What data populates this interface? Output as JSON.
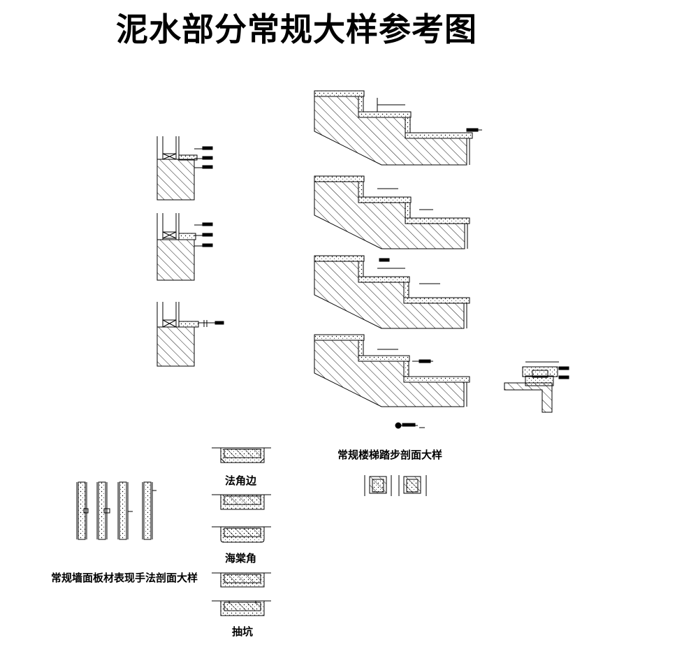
{
  "title": "泥水部分常规大样参考图",
  "captions": {
    "stair": "常规楼梯踏步剖面大样",
    "wall": "常规墙面板材表现手法剖面大样",
    "corner_1": "法角边",
    "corner_2": "海棠角",
    "corner_3": "抽坑"
  },
  "colors": {
    "line": "#000000",
    "background": "#ffffff"
  }
}
